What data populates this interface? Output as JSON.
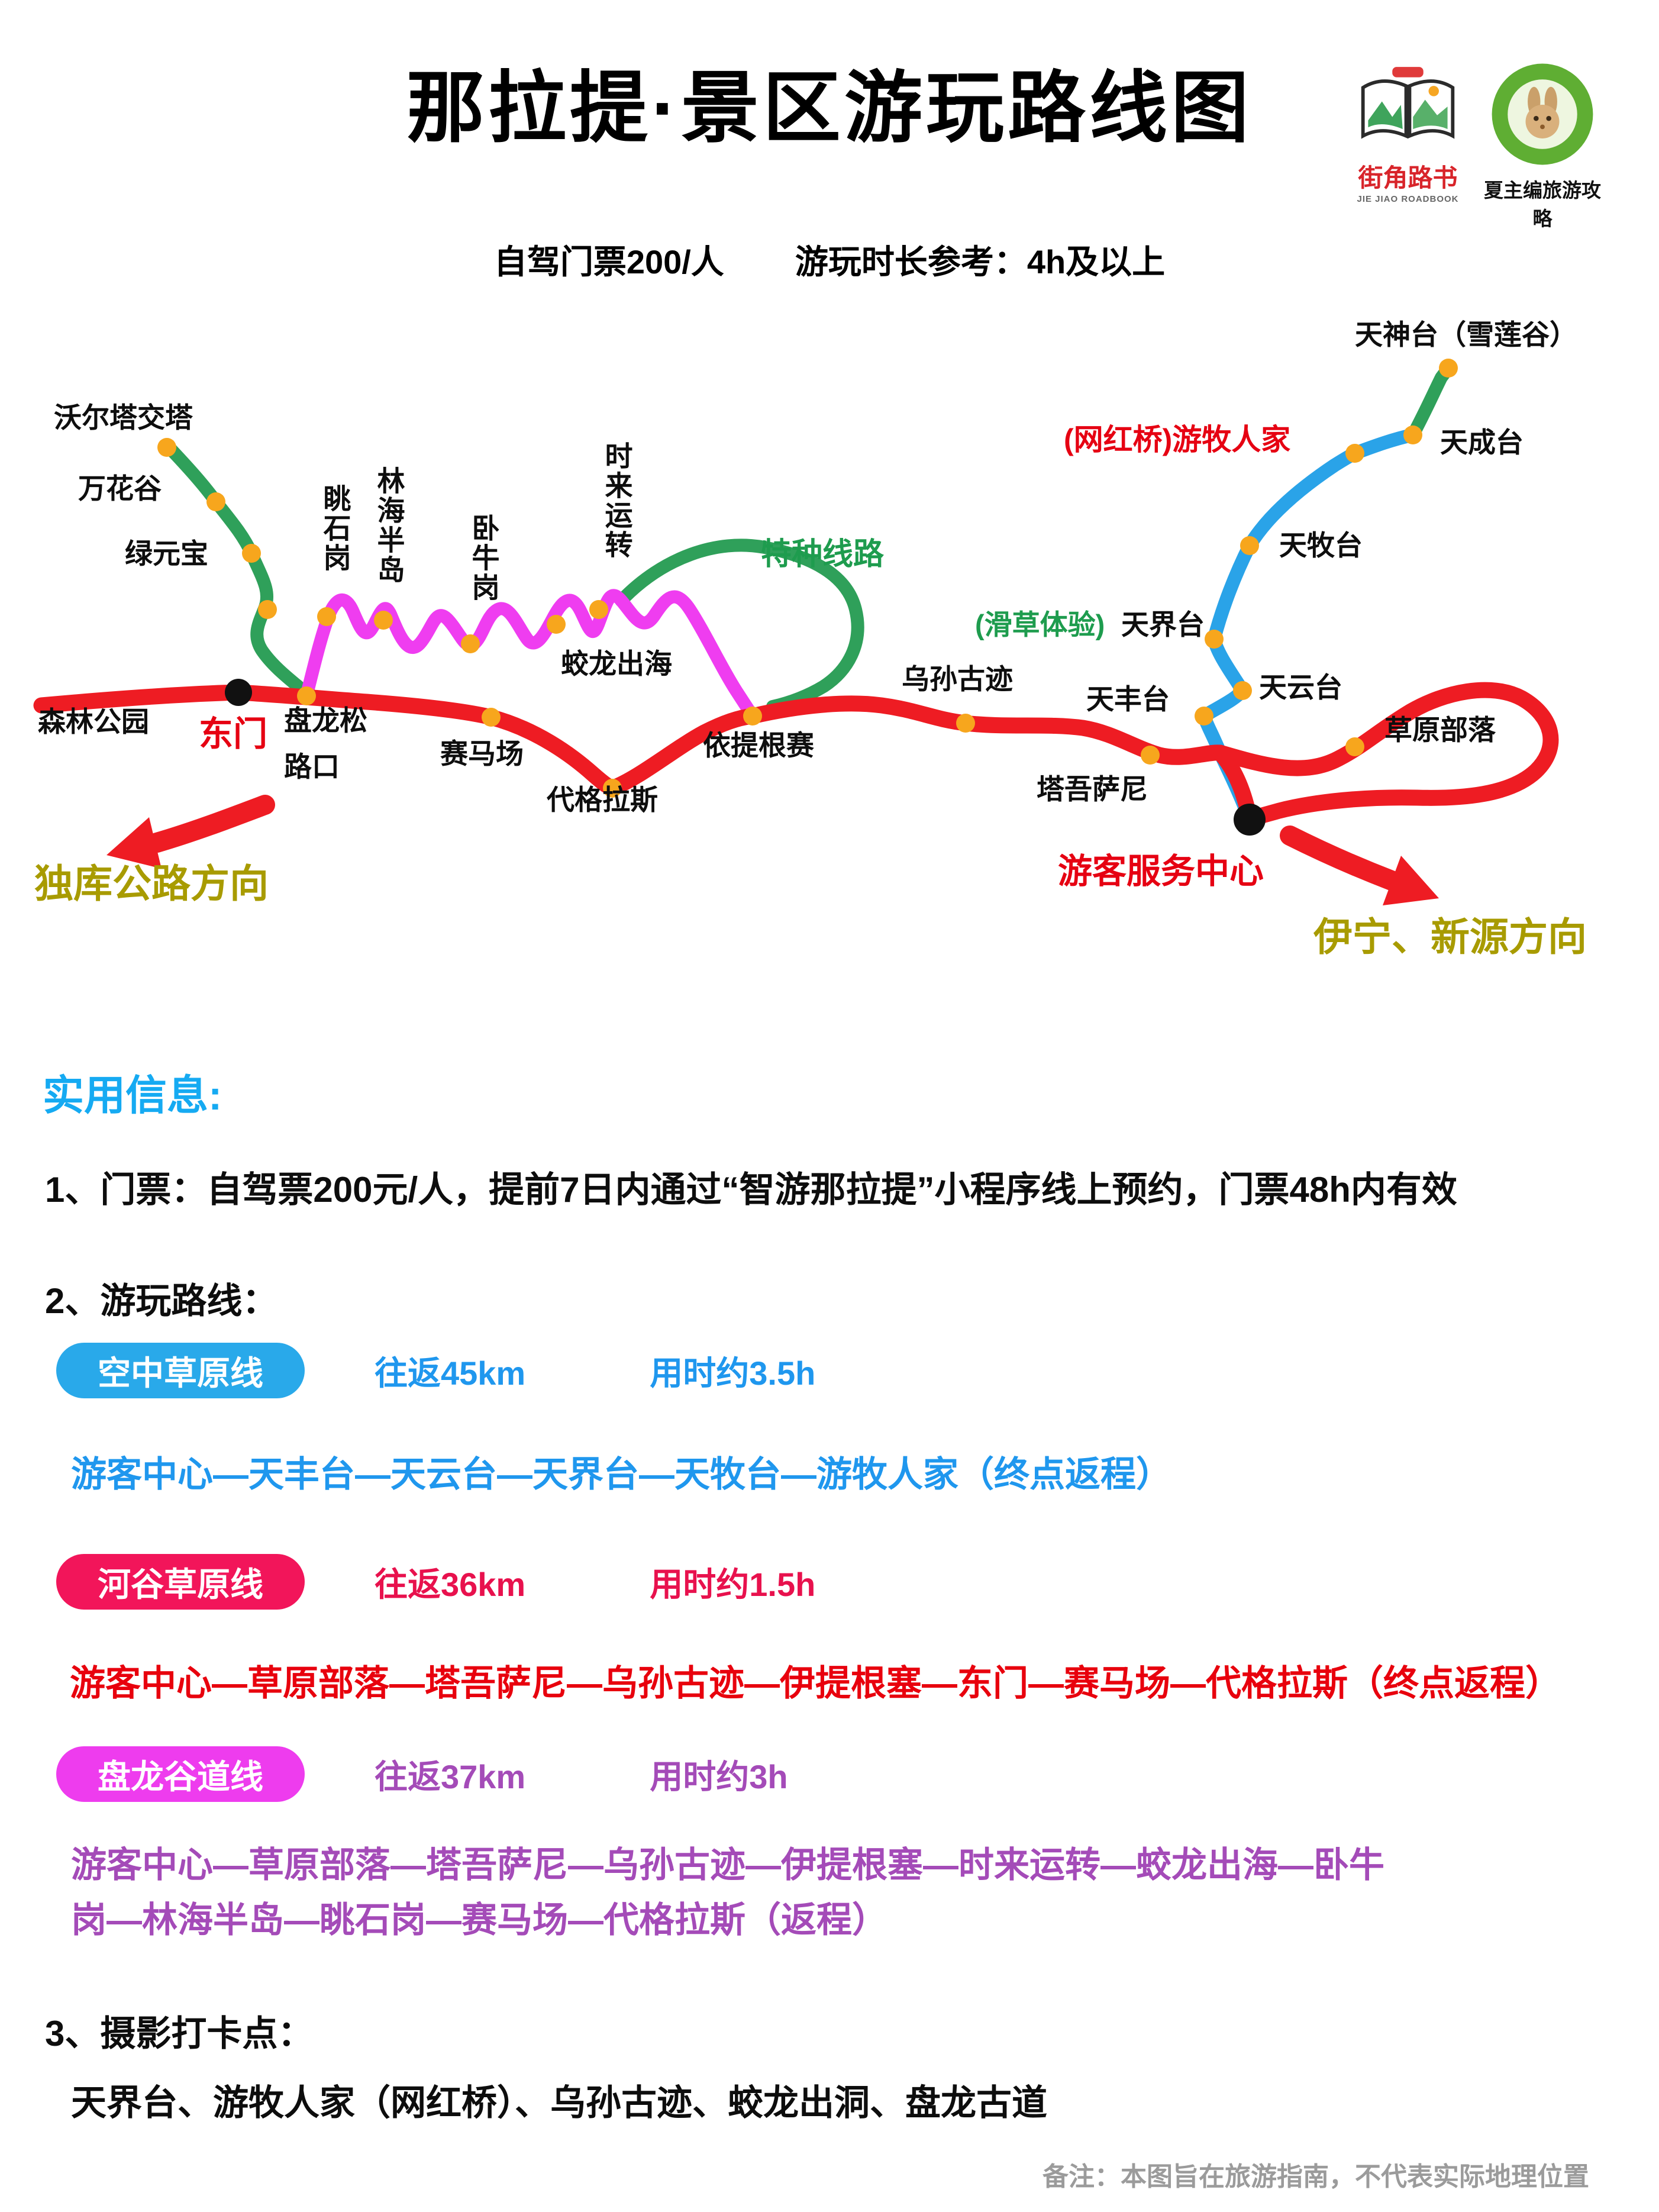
{
  "header": {
    "title": "那拉提·景区游玩路线图",
    "ticket": "自驾门票200/人",
    "duration": "游玩时长参考：4h及以上"
  },
  "logos": {
    "roadbook": {
      "name": "街角路书",
      "sub": "JIE JIAO ROADBOOK"
    },
    "xia": {
      "name": "夏主编旅游攻略"
    }
  },
  "map": {
    "colors": {
      "route_red": "#ee1c23",
      "route_green": "#2fa05a",
      "route_magenta": "#ef3df0",
      "route_blue": "#2aa3e8",
      "station_dot_orange": "#f7a61d",
      "terminal_dot_black": "#111111",
      "label_red": "#e60012",
      "label_green": "#1e9c4e",
      "direction_text_olive": "#a89b00"
    },
    "labels": {
      "woertajiaota": "沃尔塔交塔",
      "wanhuagu": "万花谷",
      "lvyuanbao": "绿元宝",
      "tiaoshigang": "眺石岗",
      "linhaibandao": "林海半岛",
      "woniugang": "卧牛岗",
      "shilaiyunzhuan": "时来运转",
      "jiaolongchuhai": "蛟龙出海",
      "tezhongxianlu": "特种线路",
      "senlingongyuan": "森林公园",
      "dongmen": "东门",
      "panlongsong": "盘龙松",
      "panlonglukou": "路口",
      "saimachang": "赛马场",
      "daigelasi": "代格拉斯",
      "yitigensai": "依提根赛",
      "wusunguji": "乌孙古迹",
      "tianfengtai": "天丰台",
      "tawusani": "塔吾萨尼",
      "youkezhongxin": "游客服务中心",
      "caoyuanbuluo": "草原部落",
      "tianyuntai": "天云台",
      "huacaotiyan": "(滑草体验)",
      "tianjietai": "天界台",
      "tianmutai": "天牧台",
      "youmurenjia": "(网红桥)游牧人家",
      "tianchengtai": "天成台",
      "tianshentai": "天神台（雪莲谷）",
      "duku": "独库公路方向",
      "yining": "伊宁、新源方向"
    }
  },
  "info": {
    "heading": "实用信息:",
    "item1": "1、门票：自驾票200元/人，提前7日内通过“智游那拉提”小程序线上预约，门票48h内有效",
    "item2": "2、游玩路线：",
    "item3": "3、摄影打卡点：",
    "photo_spots": "天界台、游牧人家（网红桥）、乌孙古迹、蛟龙出洞、盘龙古道",
    "routes": [
      {
        "badge": "空中草原线",
        "distance": "往返45km",
        "duration": "用时约3.5h",
        "path": "游客中心—天丰台—天云台—天界台—天牧台—游牧人家（终点返程）",
        "badge_color": "#29a9ea",
        "text_color": "#1f97ee"
      },
      {
        "badge": "河谷草原线",
        "distance": "往返36km",
        "duration": "用时约1.5h",
        "path": "游客中心—草原部落—塔吾萨尼—乌孙古迹—伊提根塞—东门—赛马场—代格拉斯（终点返程）",
        "badge_color": "#f2155a",
        "text_color": "#e8000d"
      },
      {
        "badge": "盘龙谷道线",
        "distance": "往返37km",
        "duration": "用时约3h",
        "path": "游客中心—草原部落—塔吾萨尼—乌孙古迹—伊提根塞—时来运转—蛟龙出海—卧牛岗—林海半岛—眺石岗—赛马场—代格拉斯（返程）",
        "badge_color": "#ee3cee",
        "text_color": "#a44bb8"
      }
    ]
  },
  "footer": {
    "note": "备注：本图旨在旅游指南，不代表实际地理位置"
  }
}
